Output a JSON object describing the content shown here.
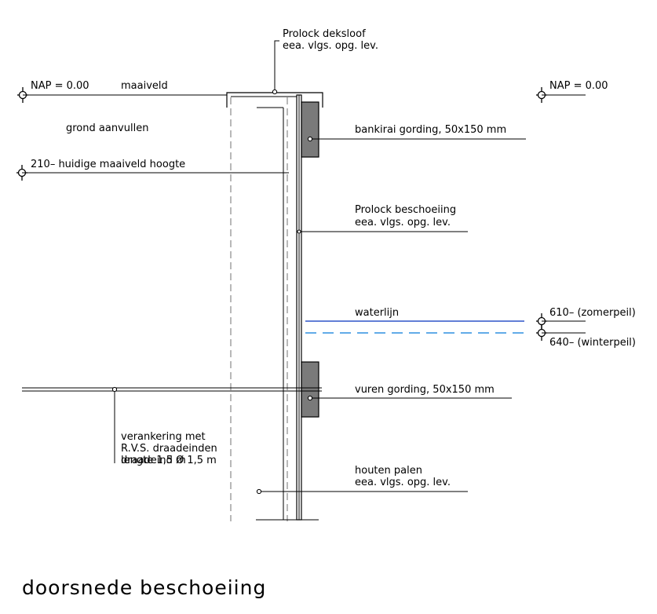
{
  "title": "doorsnede beschoeiing",
  "labels": {
    "deksloof_1": "Prolock deksloof",
    "deksloof_2": "eea. vlgs. opg. lev.",
    "nap_left": "NAP = 0.00",
    "maaiveld": "maaiveld",
    "nap_right": "NAP = 0.00",
    "grond": "grond aanvullen",
    "bankirai": "bankirai gording, 50x150 mm",
    "huidige": "210– huidige maaiveld hoogte",
    "beschoeiing_1": "Prolock beschoeiing",
    "beschoeiing_2": "eea. vlgs. opg. lev.",
    "waterlijn": "waterlijn",
    "zomerpeil": "610– (zomerpeil)",
    "winterpeil": "640– (winterpeil)",
    "vuren": "vuren gording, 50x150 mm",
    "verankering_1": "verankering met",
    "verankering_2": "R.V.S. draadeinden",
    "verankering_3a": "draadeind Ø 1,5 m",
    "verankering_3b": "lengte 1,5 m",
    "palen_1": "houten palen",
    "palen_2": "eea. vlgs. opg. lev."
  },
  "colors": {
    "line": "#000000",
    "gording_fill": "#7a7a7a",
    "dashed_gray": "#888888",
    "waterlijn": "#2f55c8",
    "winterpeil": "#2f8fe0"
  },
  "icons": {
    "level_marker": "level-marker-icon"
  }
}
